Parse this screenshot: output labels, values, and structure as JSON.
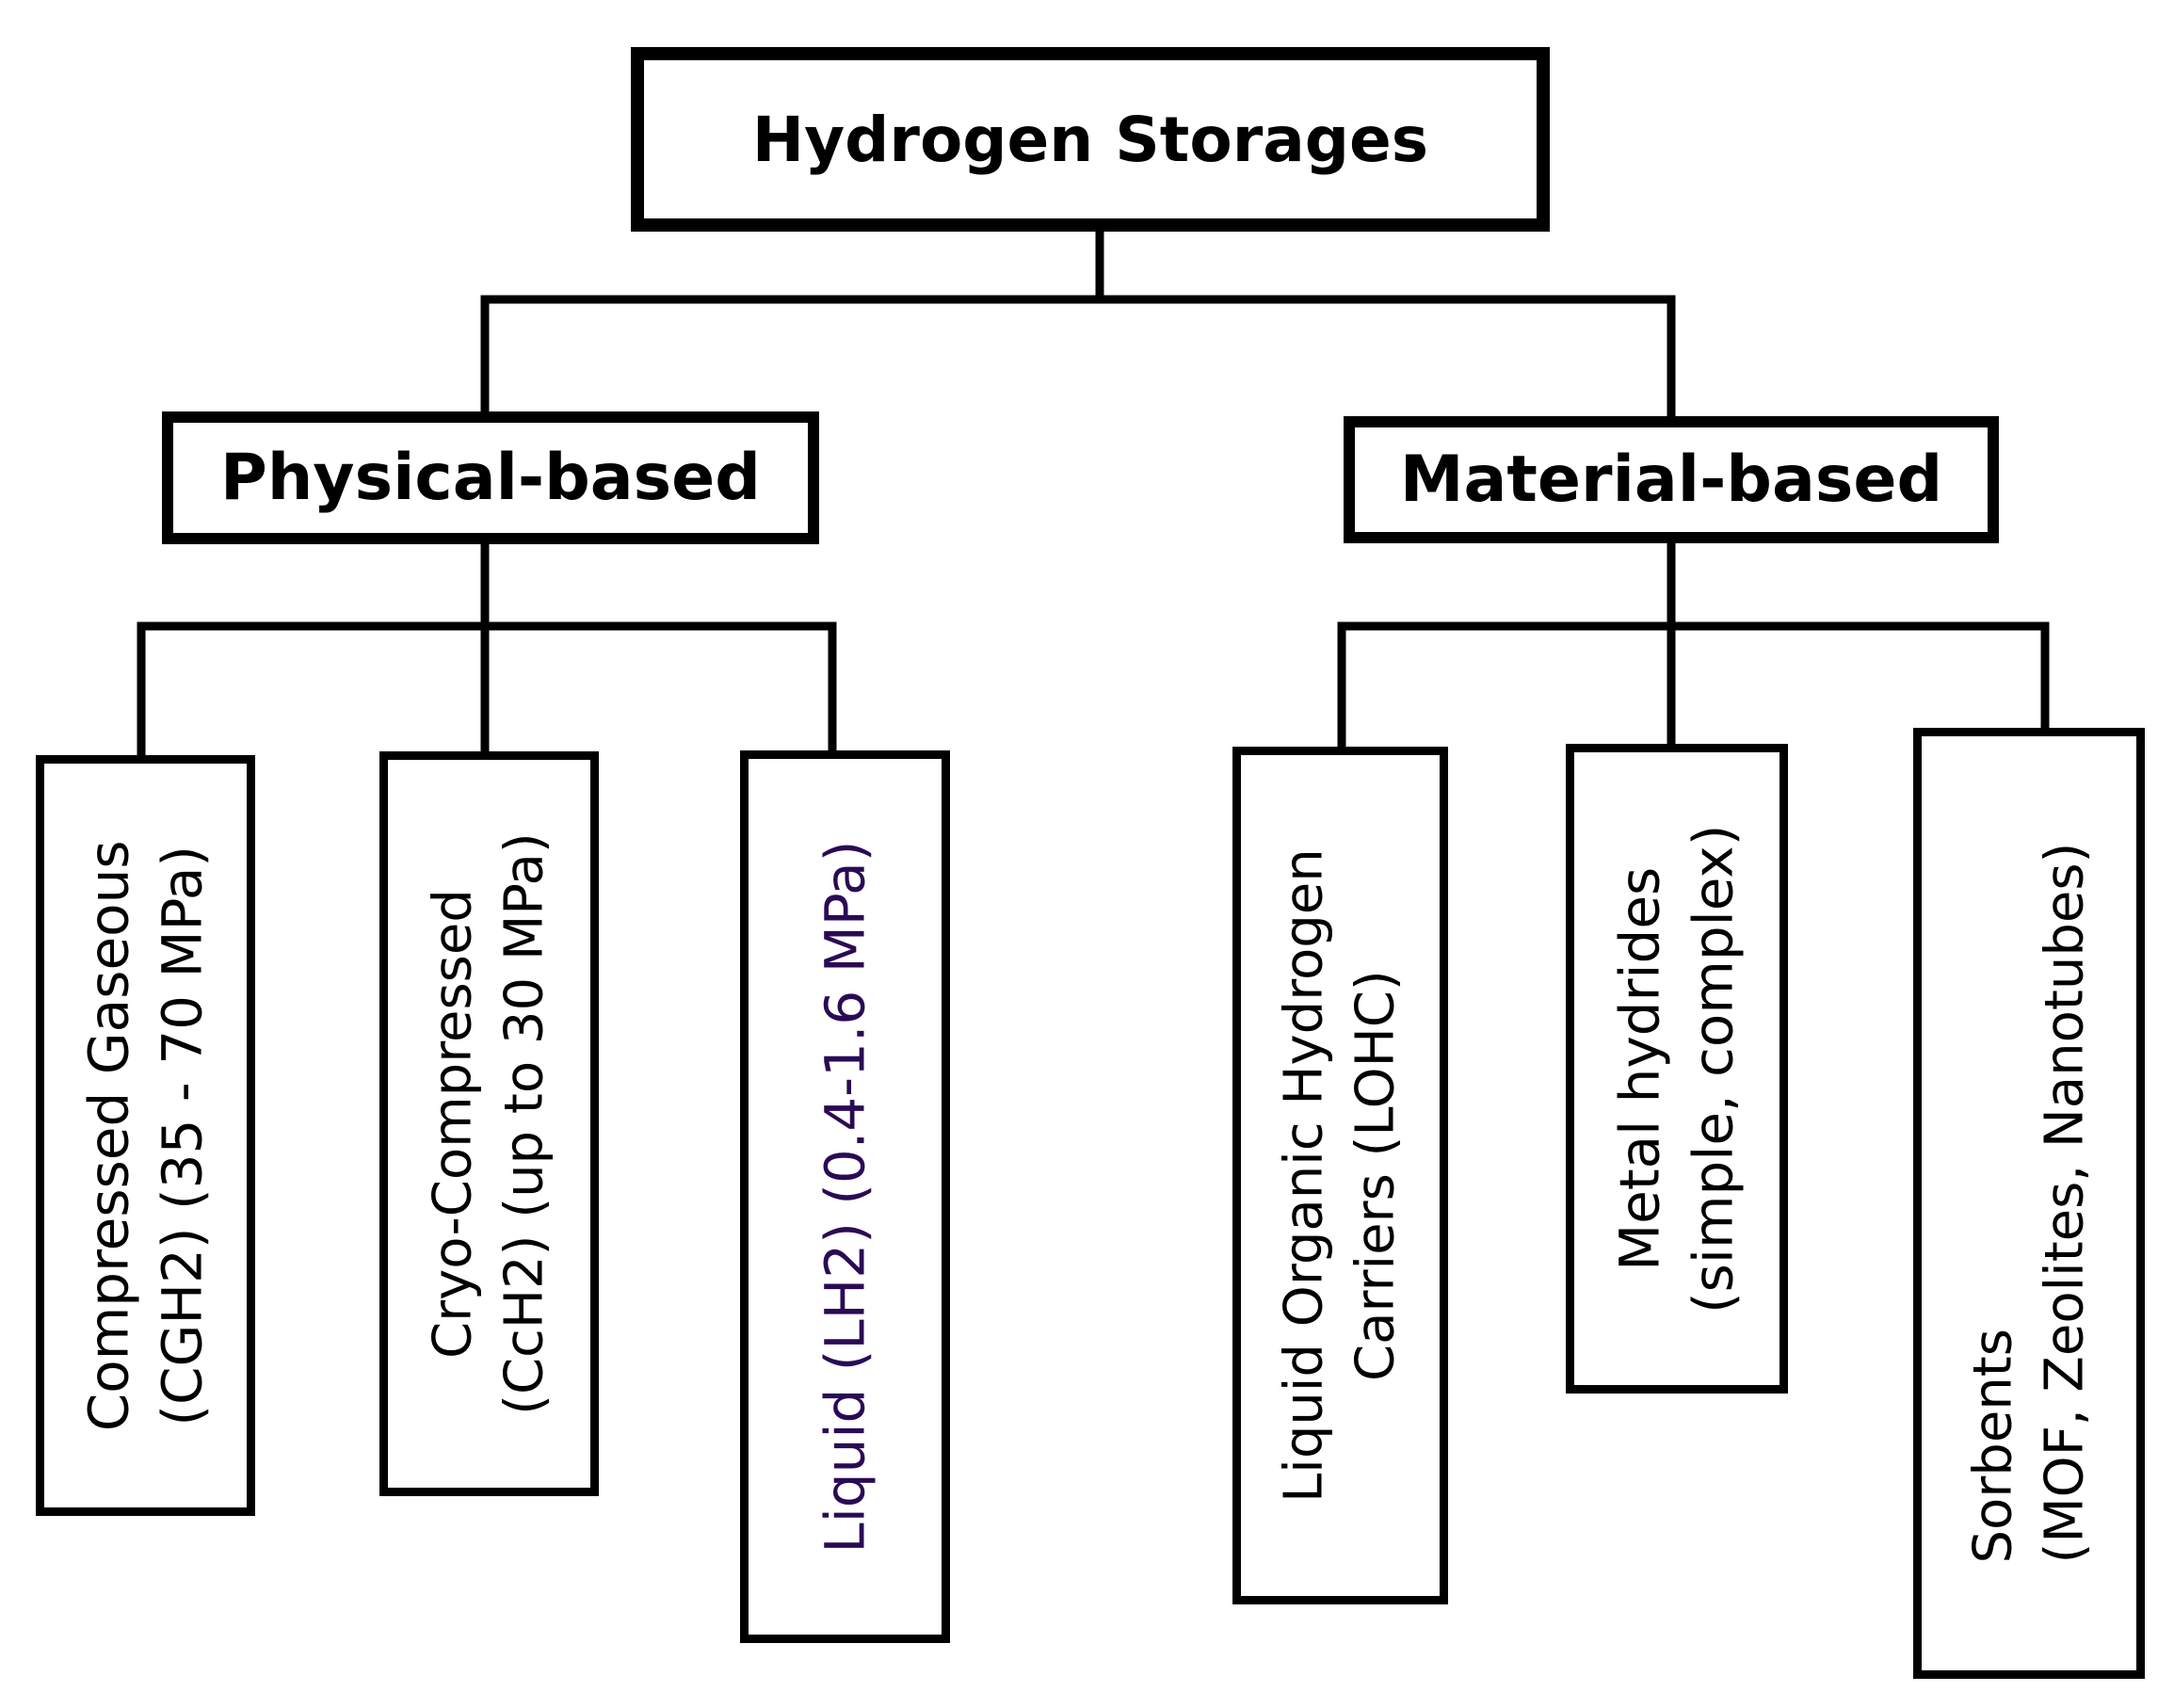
{
  "root": {
    "label": "Hydrogen Storages"
  },
  "categories": [
    {
      "label": "Physical-based",
      "items": [
        {
          "lines": [
            "Compressed Gaseous",
            "(CGH2) (35 - 70 MPa)"
          ]
        },
        {
          "lines": [
            "Cryo-Compressed",
            "(CcH2) (up to 30 MPa)"
          ]
        },
        {
          "lines": [
            "Liquid (LH2) (0.4-1.6 MPa)"
          ]
        }
      ]
    },
    {
      "label": "Material-based",
      "items": [
        {
          "lines": [
            "Liquid Organic Hydrogen",
            "Carriers (LOHC)"
          ]
        },
        {
          "lines": [
            "Metal hydrides",
            "(simple, complex)"
          ]
        },
        {
          "lines": [
            "Sorbents",
            "(MOF, Zeolites, Nanotubes)"
          ]
        }
      ]
    }
  ],
  "colors": {
    "line": "#000000",
    "leaf_text": "#000000",
    "liquid_text": "#2a0a55"
  }
}
